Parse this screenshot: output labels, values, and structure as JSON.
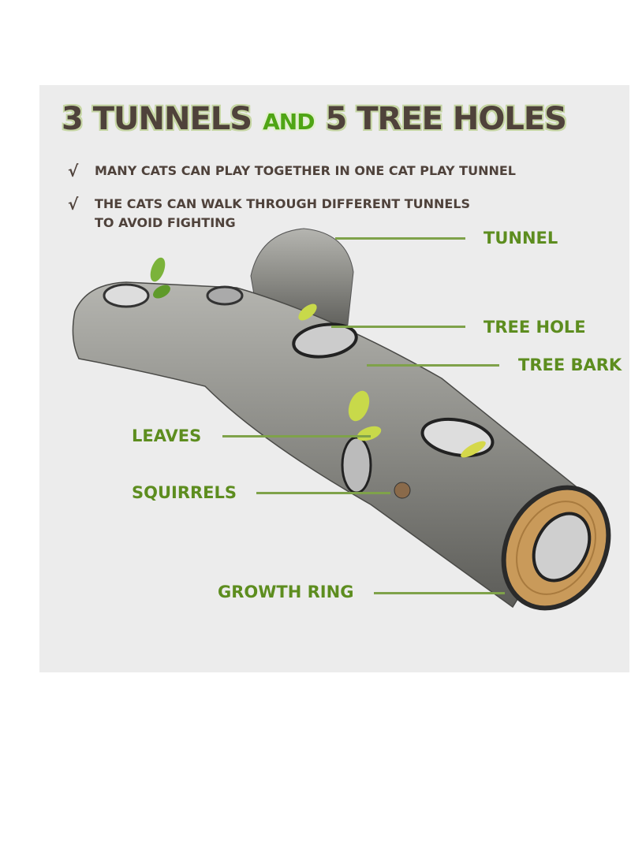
{
  "title": {
    "part1": "3 TUNNELS",
    "connector": "AND",
    "part2": "5 TREE HOLES"
  },
  "bullets": [
    {
      "icon": "check-icon",
      "glyph": "√",
      "text": "MANY CATS CAN PLAY TOGETHER IN ONE CAT PLAY TUNNEL"
    },
    {
      "icon": "check-icon",
      "glyph": "√",
      "text": "THE CATS CAN WALK THROUGH DIFFERENT TUNNELS",
      "text2": "TO AVOID FIGHTING"
    }
  ],
  "callouts": {
    "tunnel": "TUNNEL",
    "tree_hole": "TREE HOLE",
    "tree_bark": "TREE BARK",
    "leaves": "LEAVES",
    "squirrels": "SQUIRRELS",
    "growth_ring": "GROWTH RING"
  },
  "colors": {
    "label": "#5d8d1f",
    "title": "#4f423b",
    "accent": "#4fa514"
  }
}
